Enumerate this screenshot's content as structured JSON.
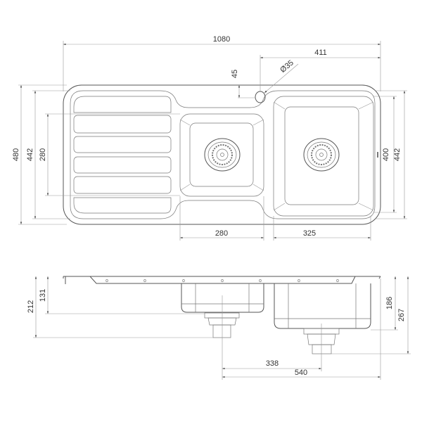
{
  "top_view": {
    "overall_length": "1080",
    "tap_hole_offset": "411",
    "tap_hole_edge_distance": "45",
    "tap_hole_diameter": "Ø35",
    "overall_width": "480",
    "inner_width_left": "442",
    "small_bowl_length_left": "280",
    "large_bowl_length": "400",
    "inner_width_right": "442",
    "small_bowl_width": "280",
    "large_bowl_width": "325"
  },
  "side_view": {
    "total_depth_small": "212",
    "small_bowl_depth": "131",
    "large_bowl_depth": "186",
    "total_depth_large": "267",
    "waste_spacing": "338",
    "waste_to_edge": "540"
  }
}
